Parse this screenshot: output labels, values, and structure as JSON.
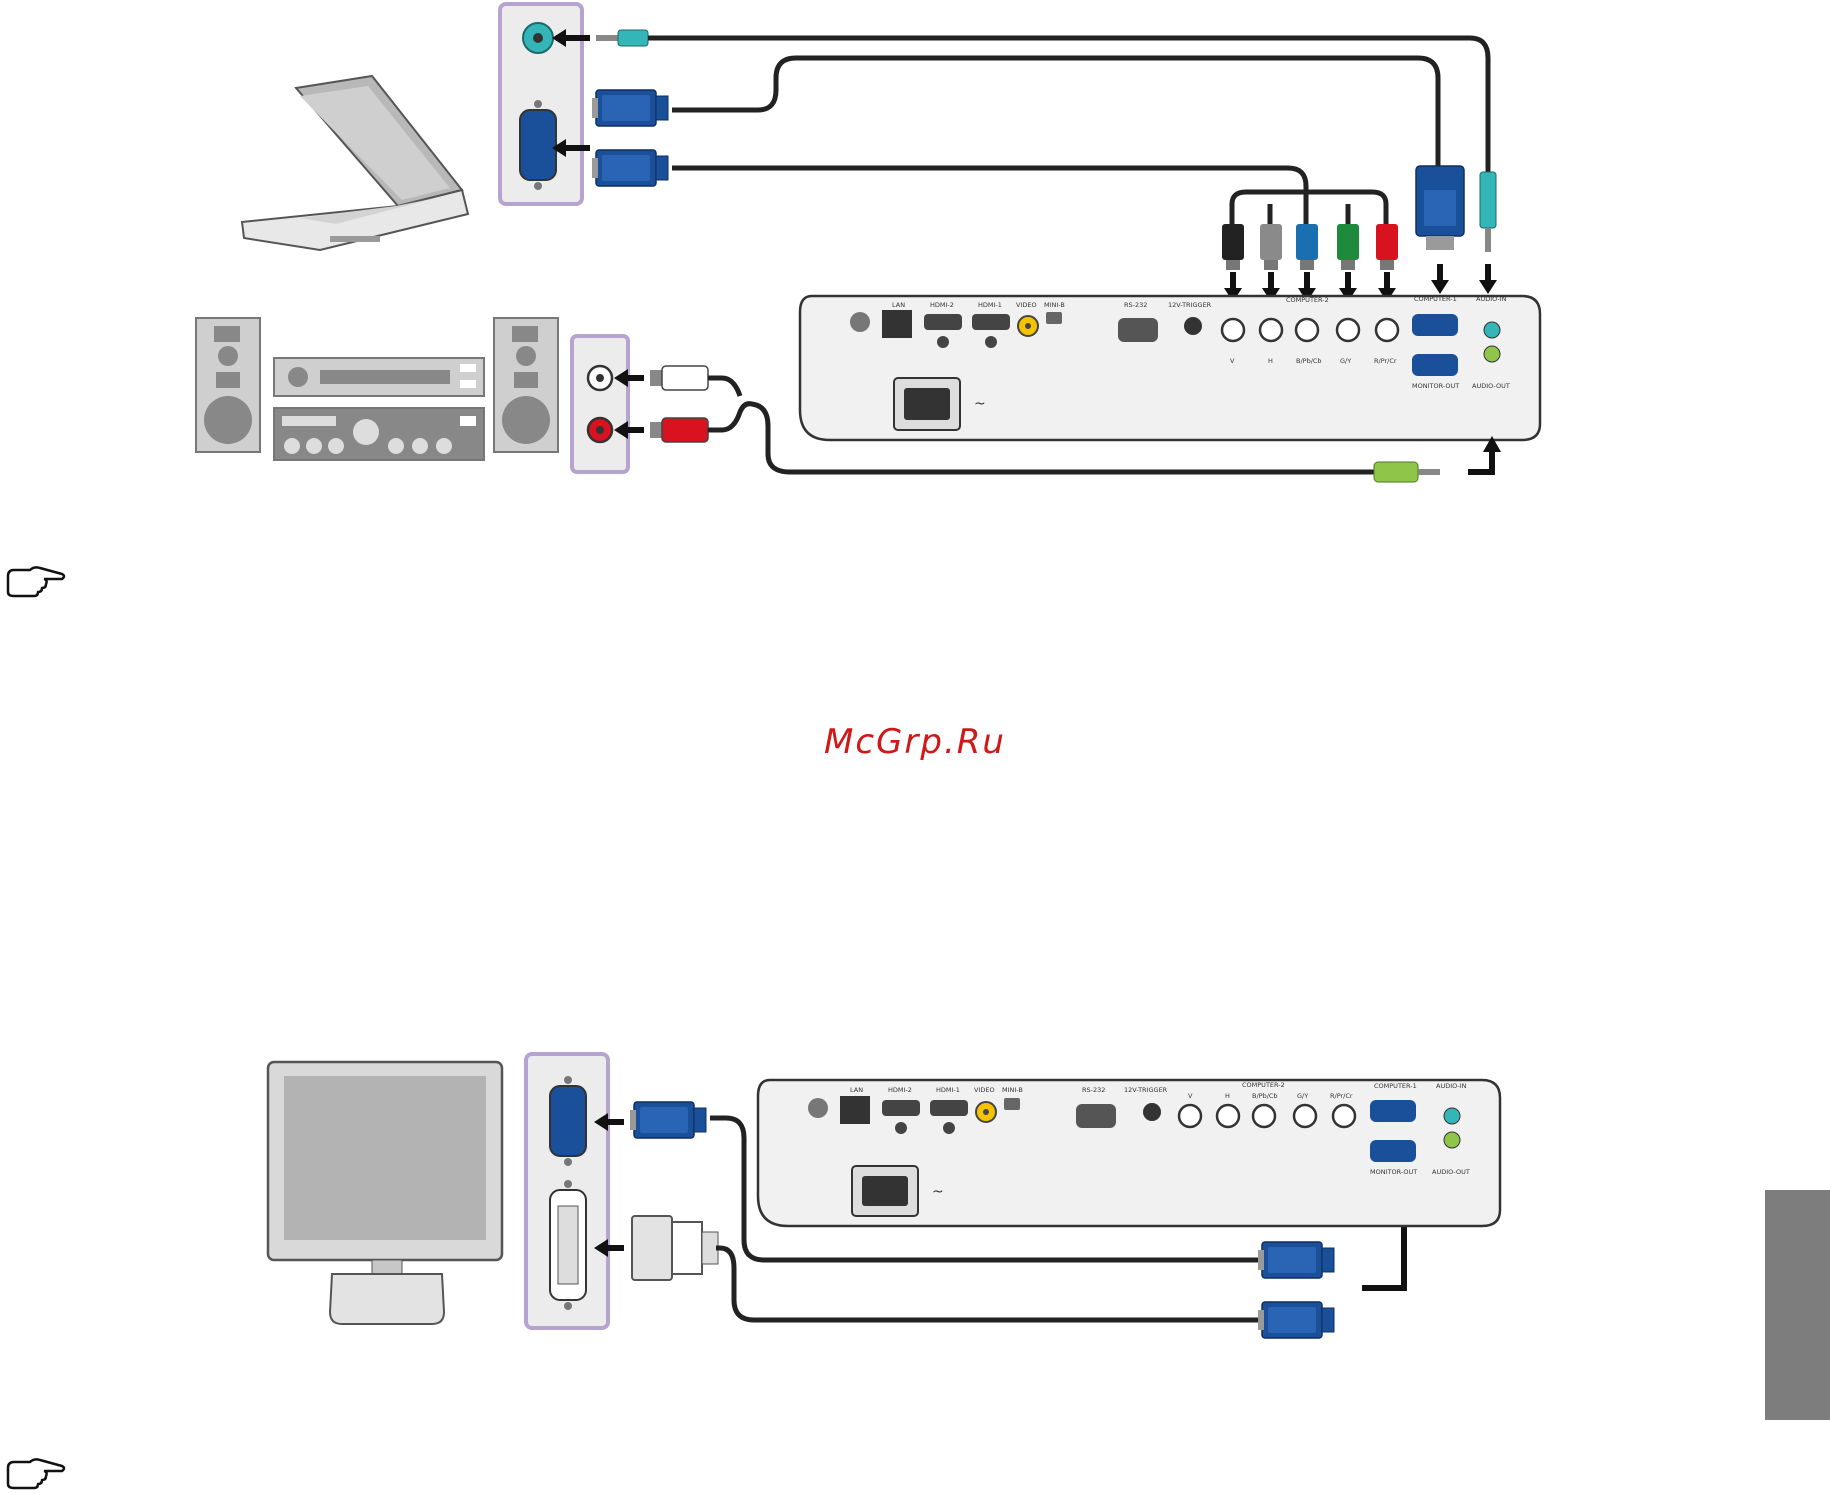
{
  "watermark": "McGrp.Ru",
  "colors": {
    "panel_border": "#b7a3cf",
    "panel_fill": "#ececec",
    "vga_blue": "#1a4f9a",
    "cable": "#222222",
    "projector_fill": "#f1f1f1",
    "rca_red": "#d8121e",
    "rca_green": "#1d8a3c",
    "rca_blue": "#1a6fb0",
    "audio_cyan": "#34b6b8",
    "audio_green": "#8fc64a",
    "side_tab": "#7d7d7d"
  },
  "icons": {
    "note": "pointing-hand-icon"
  },
  "projector_labels": {
    "lan": "LAN",
    "hdmi2": "HDMI-2",
    "hdmi1": "HDMI-1",
    "video": "VIDEO",
    "mini_b": "MINI-B",
    "rs232": "RS-232",
    "trigger": "12V-TRIGGER",
    "computer2": "COMPUTER-2",
    "v": "V",
    "h": "H",
    "bpb": "B/Pb/Cb",
    "gy": "G/Y",
    "rpr": "R/Pr/Cr",
    "computer1": "COMPUTER-1",
    "audio_in": "AUDIO-IN",
    "monitor_out": "MONITOR-OUT",
    "audio_out": "AUDIO-OUT",
    "ac": "~"
  }
}
